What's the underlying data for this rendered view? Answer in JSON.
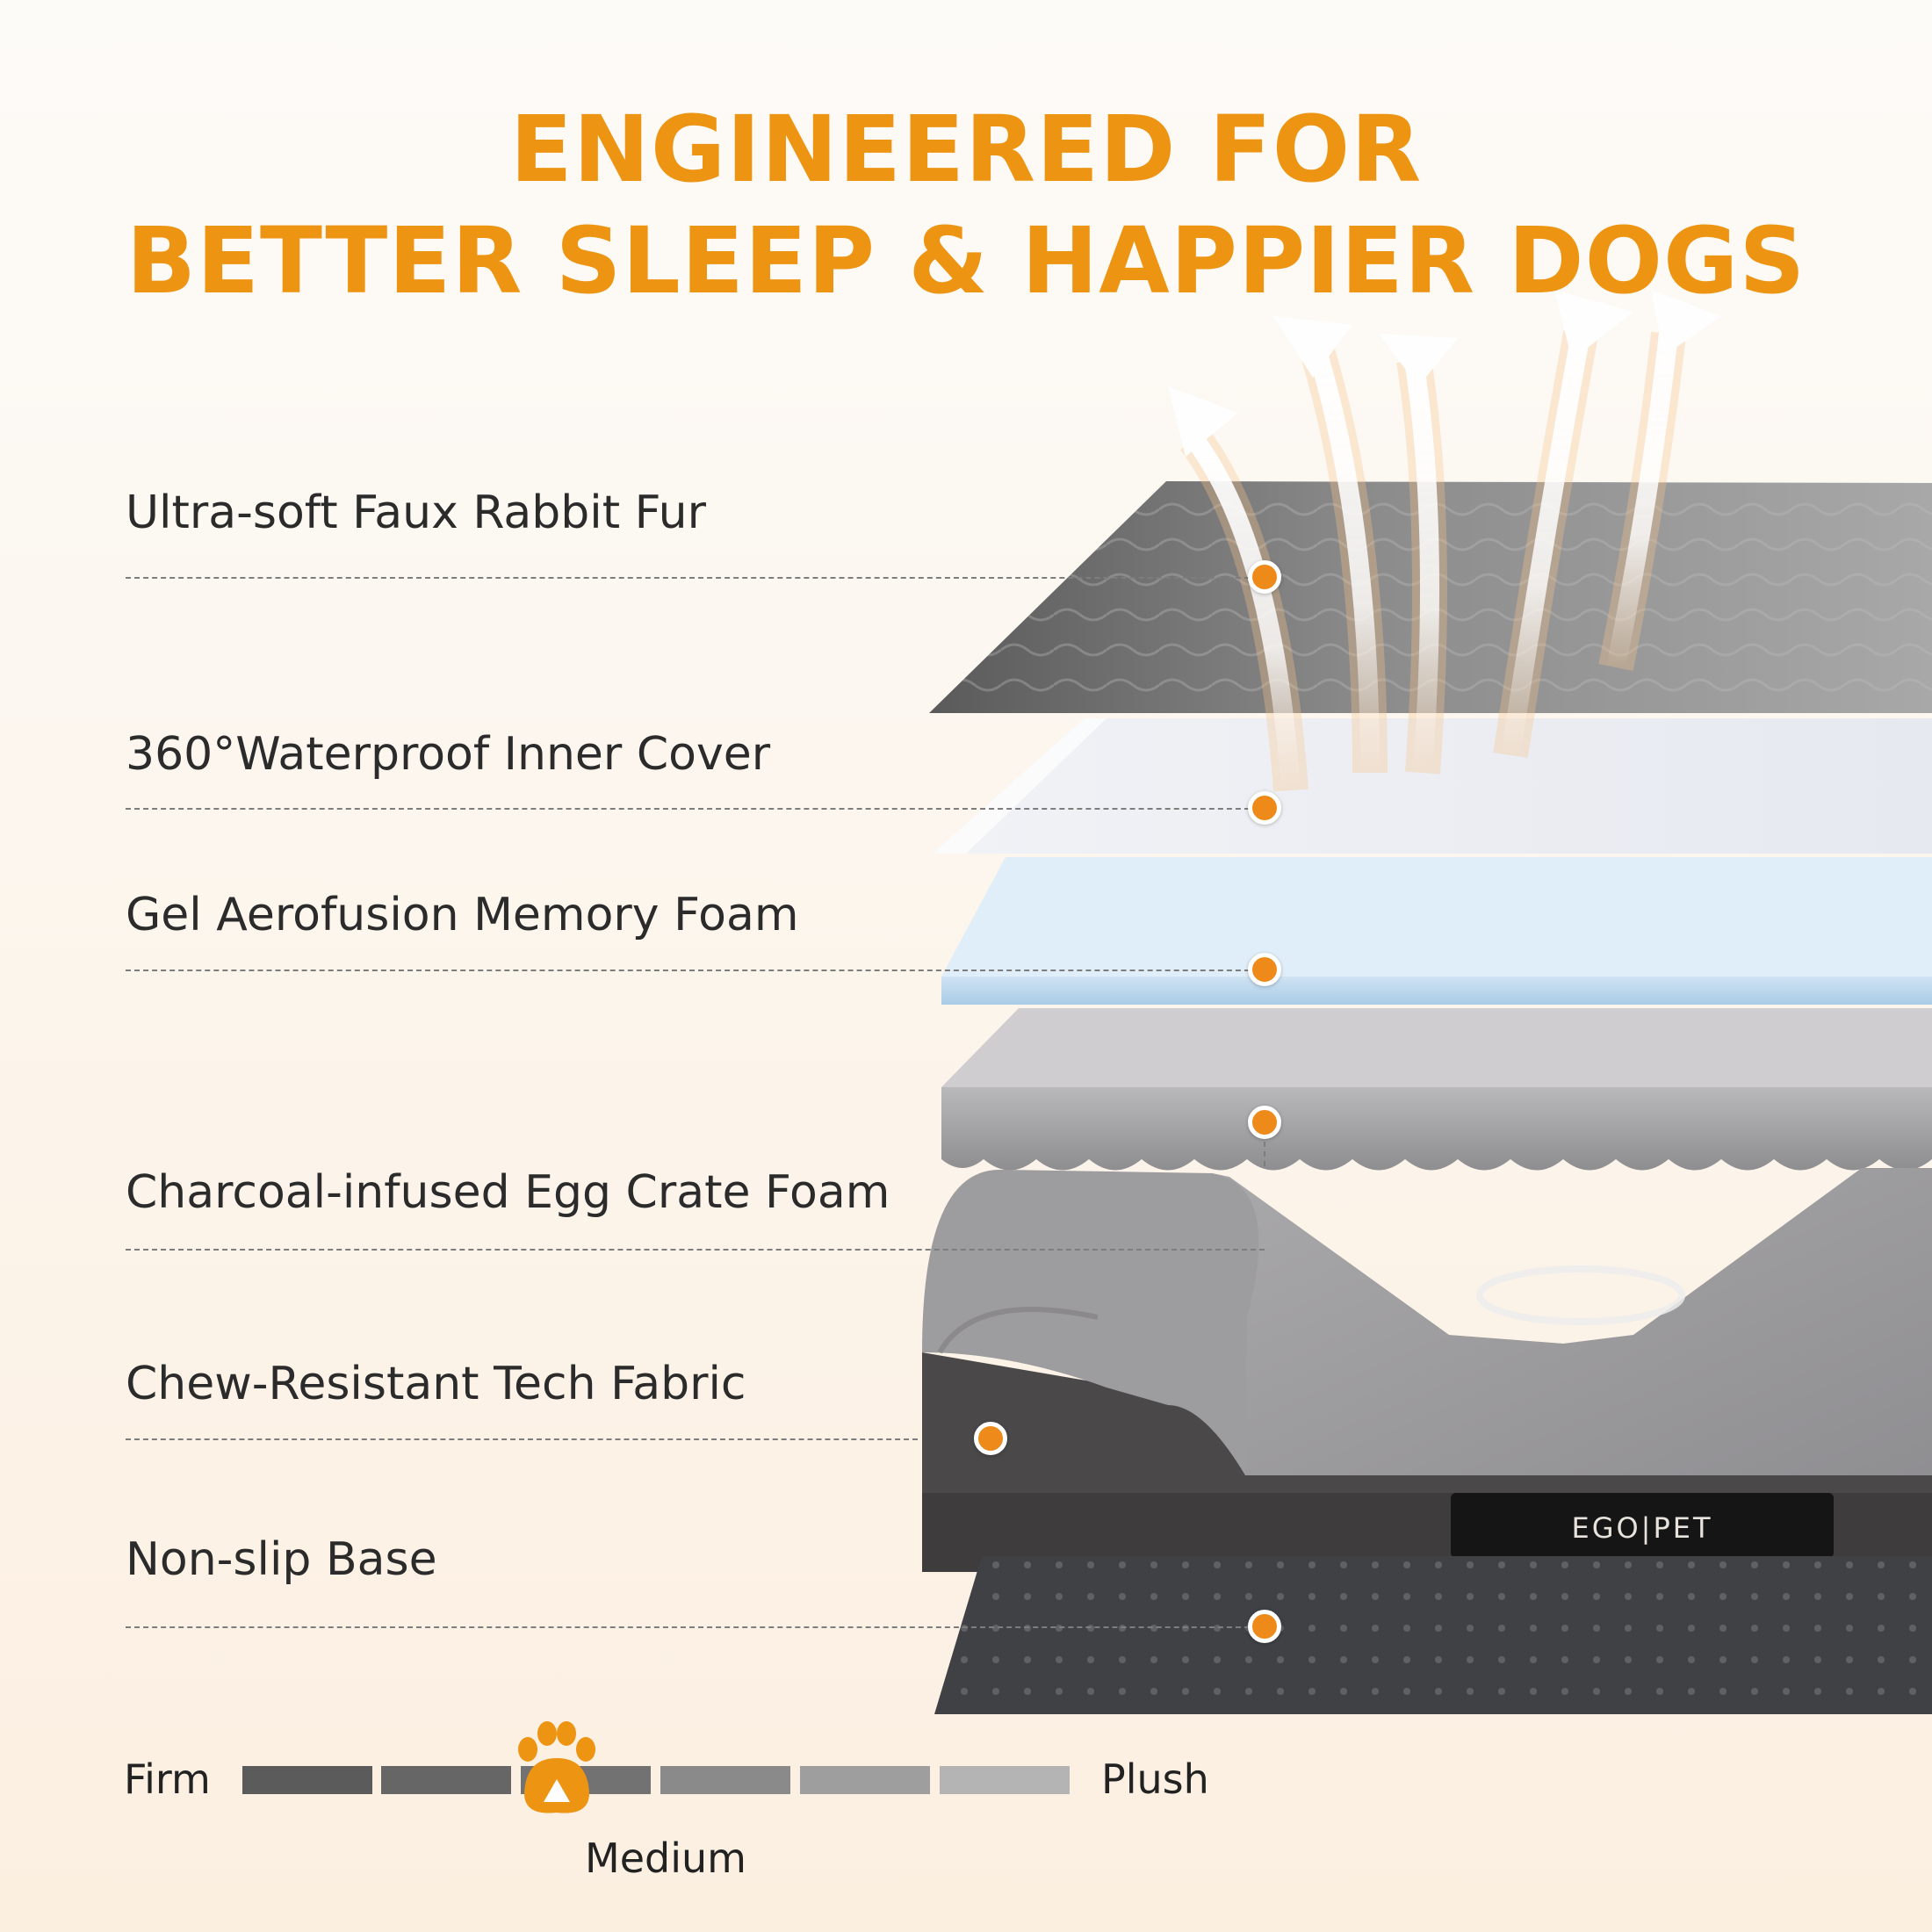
{
  "headline": {
    "line1": "ENGINEERED FOR",
    "line2": "BETTER SLEEP & HAPPIER DOGS"
  },
  "layers": [
    {
      "label": "Ultra-soft Faux Rabbit Fur"
    },
    {
      "label": "360°Waterproof Inner Cover"
    },
    {
      "label": "Gel Aerofusion Memory Foam"
    },
    {
      "label": "Charcoal-infused Egg Crate Foam"
    },
    {
      "label": "Chew-Resistant Tech Fabric"
    },
    {
      "label": "Non-slip Base"
    }
  ],
  "brand_tag": "EGO|PET",
  "firmness": {
    "left_label": "Firm",
    "right_label": "Plush",
    "selected_label": "Medium",
    "level": 0.38,
    "marker_icon": "paw-icon"
  },
  "colors": {
    "accent": "#ee9413",
    "dot": "#ee8a1a",
    "text": "#2b2b2b"
  }
}
